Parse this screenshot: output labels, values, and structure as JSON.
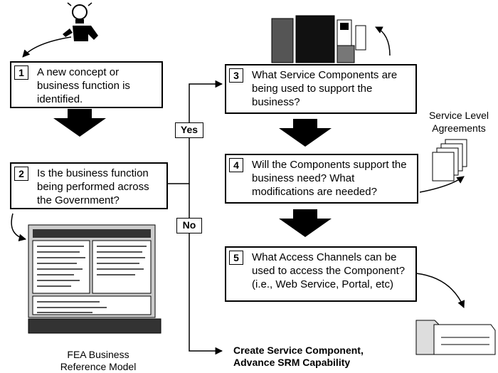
{
  "steps": [
    {
      "num": "1",
      "text": "A new concept or business function is identified."
    },
    {
      "num": "2",
      "text": "Is the business function being performed across the Government?"
    },
    {
      "num": "3",
      "text": "What Service Components are being used to support the business?"
    },
    {
      "num": "4",
      "text": "Will the Components support the business need?  What modifications are needed?"
    },
    {
      "num": "5",
      "text": "What Access Channels can be used to access the Component? (i.e., Web Service, Portal, etc)"
    }
  ],
  "branches": {
    "yes": "Yes",
    "no": "No"
  },
  "labels": {
    "service_level": "Service Level Agreements",
    "brm": "FEA Business Reference Model"
  },
  "final": {
    "line1": "Create Service Component,",
    "line2": "Advance SRM Capability"
  },
  "icons": [
    "lightbulb-person-icon",
    "server-components-icon",
    "documents-stack-icon",
    "reference-model-image",
    "access-device-icon"
  ],
  "colors": {
    "ink": "#000000",
    "panel": "#ffffff",
    "shade": "#888888"
  }
}
